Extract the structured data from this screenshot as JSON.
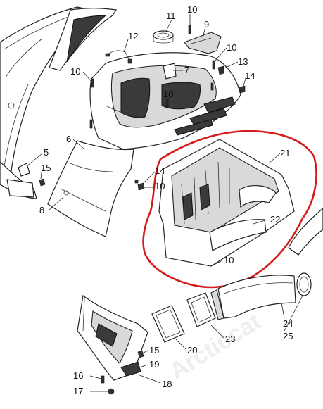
{
  "watermark": "Arcticcat",
  "highlight_color": "#d71a1a",
  "callouts": [
    {
      "id": "c11",
      "text": "11"
    },
    {
      "id": "c10a",
      "text": "10"
    },
    {
      "id": "c9",
      "text": "9"
    },
    {
      "id": "c12",
      "text": "12"
    },
    {
      "id": "c10b",
      "text": "10"
    },
    {
      "id": "c10c",
      "text": "10"
    },
    {
      "id": "c13",
      "text": "13"
    },
    {
      "id": "c7",
      "text": "7"
    },
    {
      "id": "c14a",
      "text": "14"
    },
    {
      "id": "c10d",
      "text": "10"
    },
    {
      "id": "c6",
      "text": "6"
    },
    {
      "id": "c5",
      "text": "5"
    },
    {
      "id": "c15a",
      "text": "15"
    },
    {
      "id": "c21",
      "text": "21"
    },
    {
      "id": "c14b",
      "text": "14"
    },
    {
      "id": "c10e",
      "text": "10"
    },
    {
      "id": "c8",
      "text": "8"
    },
    {
      "id": "c22",
      "text": "22"
    },
    {
      "id": "c10f",
      "text": "10"
    },
    {
      "id": "c24",
      "text": "24"
    },
    {
      "id": "c25",
      "text": "25"
    },
    {
      "id": "c20",
      "text": "20"
    },
    {
      "id": "c23",
      "text": "23"
    },
    {
      "id": "c15b",
      "text": "15"
    },
    {
      "id": "c19",
      "text": "19"
    },
    {
      "id": "c16",
      "text": "16"
    },
    {
      "id": "c18",
      "text": "18"
    },
    {
      "id": "c17",
      "text": "17"
    }
  ]
}
